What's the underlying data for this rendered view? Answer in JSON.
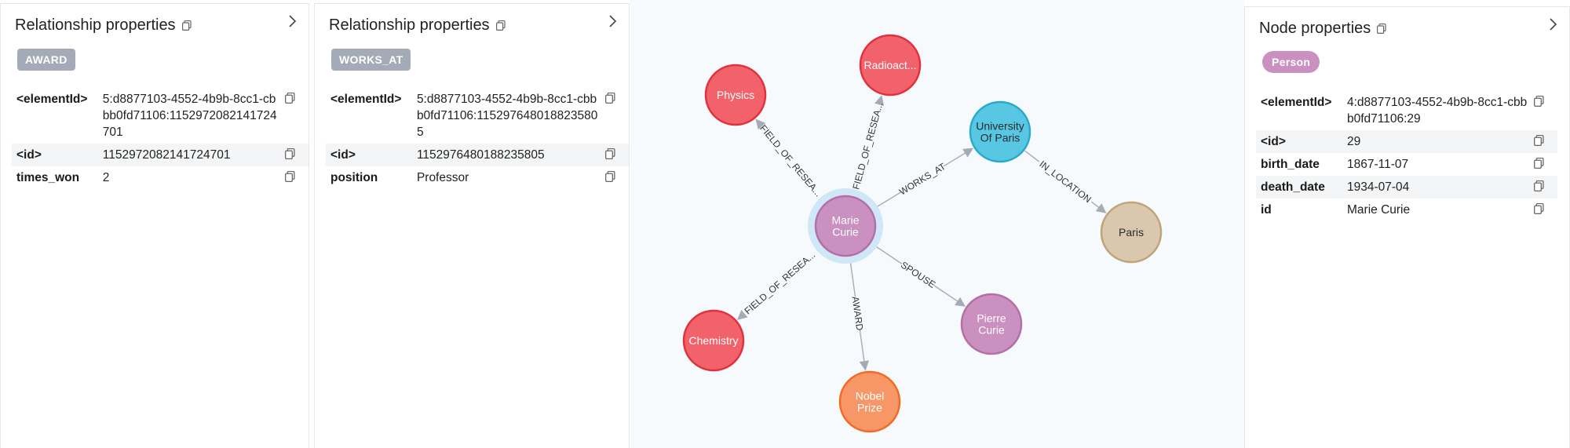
{
  "award_panel": {
    "title": "Relationship properties",
    "badge": "AWARD",
    "rows": [
      {
        "key": "<elementId>",
        "value": "5:d8877103-4552-4b9b-8cc1-cbbb0fd71106:1152972082141724701"
      },
      {
        "key": "<id>",
        "value": "1152972082141724701"
      },
      {
        "key": "times_won",
        "value": "2"
      }
    ]
  },
  "works_panel": {
    "title": "Relationship properties",
    "badge": "WORKS_AT",
    "rows": [
      {
        "key": "<elementId>",
        "value": "5:d8877103-4552-4b9b-8cc1-cbbb0fd71106:1152976480188235805"
      },
      {
        "key": "<id>",
        "value": "1152976480188235805"
      },
      {
        "key": "position",
        "value": "Professor"
      }
    ]
  },
  "node_panel": {
    "title": "Node properties",
    "badge": "Person",
    "rows": [
      {
        "key": "<elementId>",
        "value": "4:d8877103-4552-4b9b-8cc1-cbbb0fd71106:29"
      },
      {
        "key": "<id>",
        "value": "29"
      },
      {
        "key": "birth_date",
        "value": "1867-11-07"
      },
      {
        "key": "death_date",
        "value": "1934-07-04"
      },
      {
        "key": "id",
        "value": "Marie Curie"
      }
    ]
  },
  "graph": {
    "colors": {
      "topic": "#f2626b",
      "topic_border": "#e0313c",
      "person": "#c990c0",
      "person_border": "#b26fa8",
      "org": "#57c7e3",
      "org_border": "#2aa9c9",
      "place": "#d9c8ae",
      "place_border": "#c0a378",
      "award": "#f79767",
      "award_border": "#f36924",
      "select": "#cfe7f7"
    },
    "nodes": [
      {
        "id": "marie",
        "lines": [
          "Marie",
          "Curie"
        ],
        "kind": "person",
        "selected": true
      },
      {
        "id": "physics",
        "lines": [
          "Physics"
        ],
        "kind": "topic"
      },
      {
        "id": "radio",
        "lines": [
          "Radioact..."
        ],
        "kind": "topic"
      },
      {
        "id": "uparis",
        "lines": [
          "University",
          "Of Paris"
        ],
        "kind": "org"
      },
      {
        "id": "paris",
        "lines": [
          "Paris"
        ],
        "kind": "place"
      },
      {
        "id": "pierre",
        "lines": [
          "Pierre",
          "Curie"
        ],
        "kind": "person"
      },
      {
        "id": "nobel",
        "lines": [
          "Nobel",
          "Prize"
        ],
        "kind": "award"
      },
      {
        "id": "chem",
        "lines": [
          "Chemistry"
        ],
        "kind": "topic"
      }
    ],
    "edges": [
      {
        "from": "marie",
        "to": "physics",
        "label": "FIELD_OF_RESEA..."
      },
      {
        "from": "marie",
        "to": "radio",
        "label": "FIELD_OF_RESEA..."
      },
      {
        "from": "marie",
        "to": "uparis",
        "label": "WORKS_AT"
      },
      {
        "from": "uparis",
        "to": "paris",
        "label": "IN_LOCATION"
      },
      {
        "from": "marie",
        "to": "pierre",
        "label": "SPOUSE"
      },
      {
        "from": "marie",
        "to": "nobel",
        "label": "AWARD"
      },
      {
        "from": "marie",
        "to": "chem",
        "label": "FIELD_OF_RESEA..."
      }
    ]
  }
}
